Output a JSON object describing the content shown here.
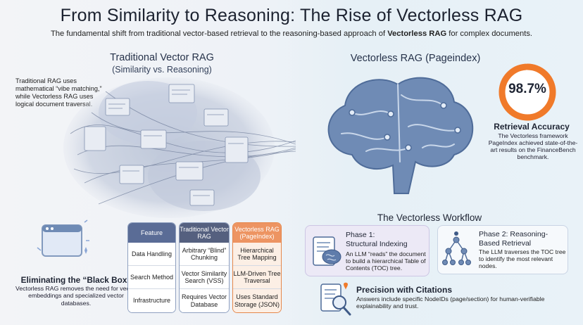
{
  "header": {
    "title": "From Similarity to Reasoning: The Rise of Vectorless RAG",
    "subtitle_pre": "The fundamental shift from traditional vector-based retrieval to the reasoning-based approach of ",
    "subtitle_bold": "Vectorless RAG",
    "subtitle_post": " for complex documents."
  },
  "left": {
    "title": "Traditional Vector RAG",
    "subtitle": "(Similarity vs. Reasoning)",
    "note": "Traditional RAG uses mathematical “vibe matching,” while Vectorless RAG uses logical document traversal."
  },
  "right": {
    "title": "Vectorless RAG (Pageindex)",
    "accuracy_value": "98.7%",
    "accuracy_fraction": 0.987,
    "accuracy_label": "Retrieval Accuracy",
    "accuracy_desc": "The Vectorless framework PageIndex achieved state-of-the-art results on the FinanceBench benchmark."
  },
  "black_box": {
    "title": "Eliminating the “Black Box”",
    "desc": "Vectorless RAG removes the need for vector embeddings and specialized vector databases."
  },
  "table": {
    "headers": [
      "Feature",
      "Traditional Vector RAG",
      "Vectorless RAG (PageIndex)"
    ],
    "rows": [
      [
        "Data Handling",
        "Arbitrary “Blind” Chunking",
        "Hierarchical Tree Mapping"
      ],
      [
        "Search Method",
        "Vector Similarity Search (VSS)",
        "LLM-Driven Tree Traversal"
      ],
      [
        "Infrastructure",
        "Requires Vector Database",
        "Uses Standard Storage (JSON)"
      ]
    ]
  },
  "workflow": {
    "title": "The Vectorless Workflow",
    "phase1_title_l1": "Phase 1:",
    "phase1_title_l2": "Structural Indexing",
    "phase1_desc": "An LLM “reads” the document to build a hierarchical Table of Contents (TOC) tree.",
    "phase2_title_l1": "Phase 2: Reasoning-",
    "phase2_title_l2": "Based Retrieval",
    "phase2_desc": "The LLM traverses the TOC tree to identify the most relevant nodes.",
    "citations_title": "Precision with Citations",
    "citations_desc": "Answers include specific NodeIDs (page/section) for human-verifiable explainability and trust."
  },
  "colors": {
    "gauge": "#f07a2a",
    "brain": "#6f8bb5",
    "accent_orange": "#ed9462",
    "header_blue": "#5a6c96"
  }
}
